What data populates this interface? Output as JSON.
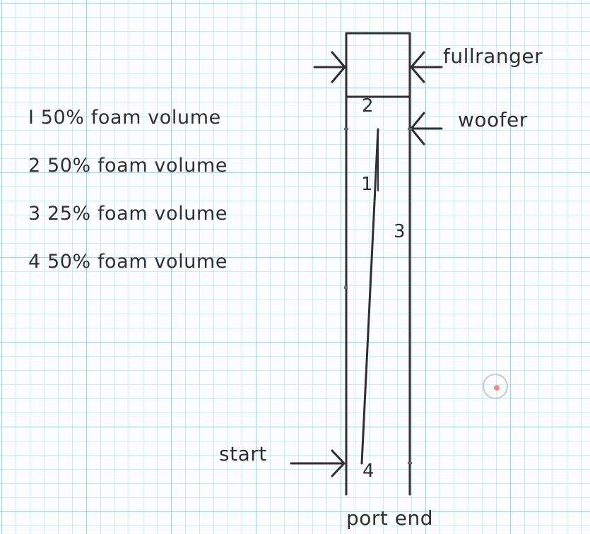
{
  "legend": [
    "I 50% foam volume",
    "2 50% foam volume",
    "3 25% foam volume",
    "4 50% foam volume"
  ],
  "labels": {
    "fullranger": "fullranger",
    "woofer": "woofer",
    "start": "start",
    "port_end": "port end"
  },
  "section_numbers": {
    "n1": "1",
    "n2": "2",
    "n3": "3",
    "n4": "4"
  },
  "colors": {
    "ink": "#2f2f2f",
    "grid_major": "#a9cbe8",
    "grid_minor": "#d9e8f5",
    "cursor_dot": "#f08a8a"
  }
}
